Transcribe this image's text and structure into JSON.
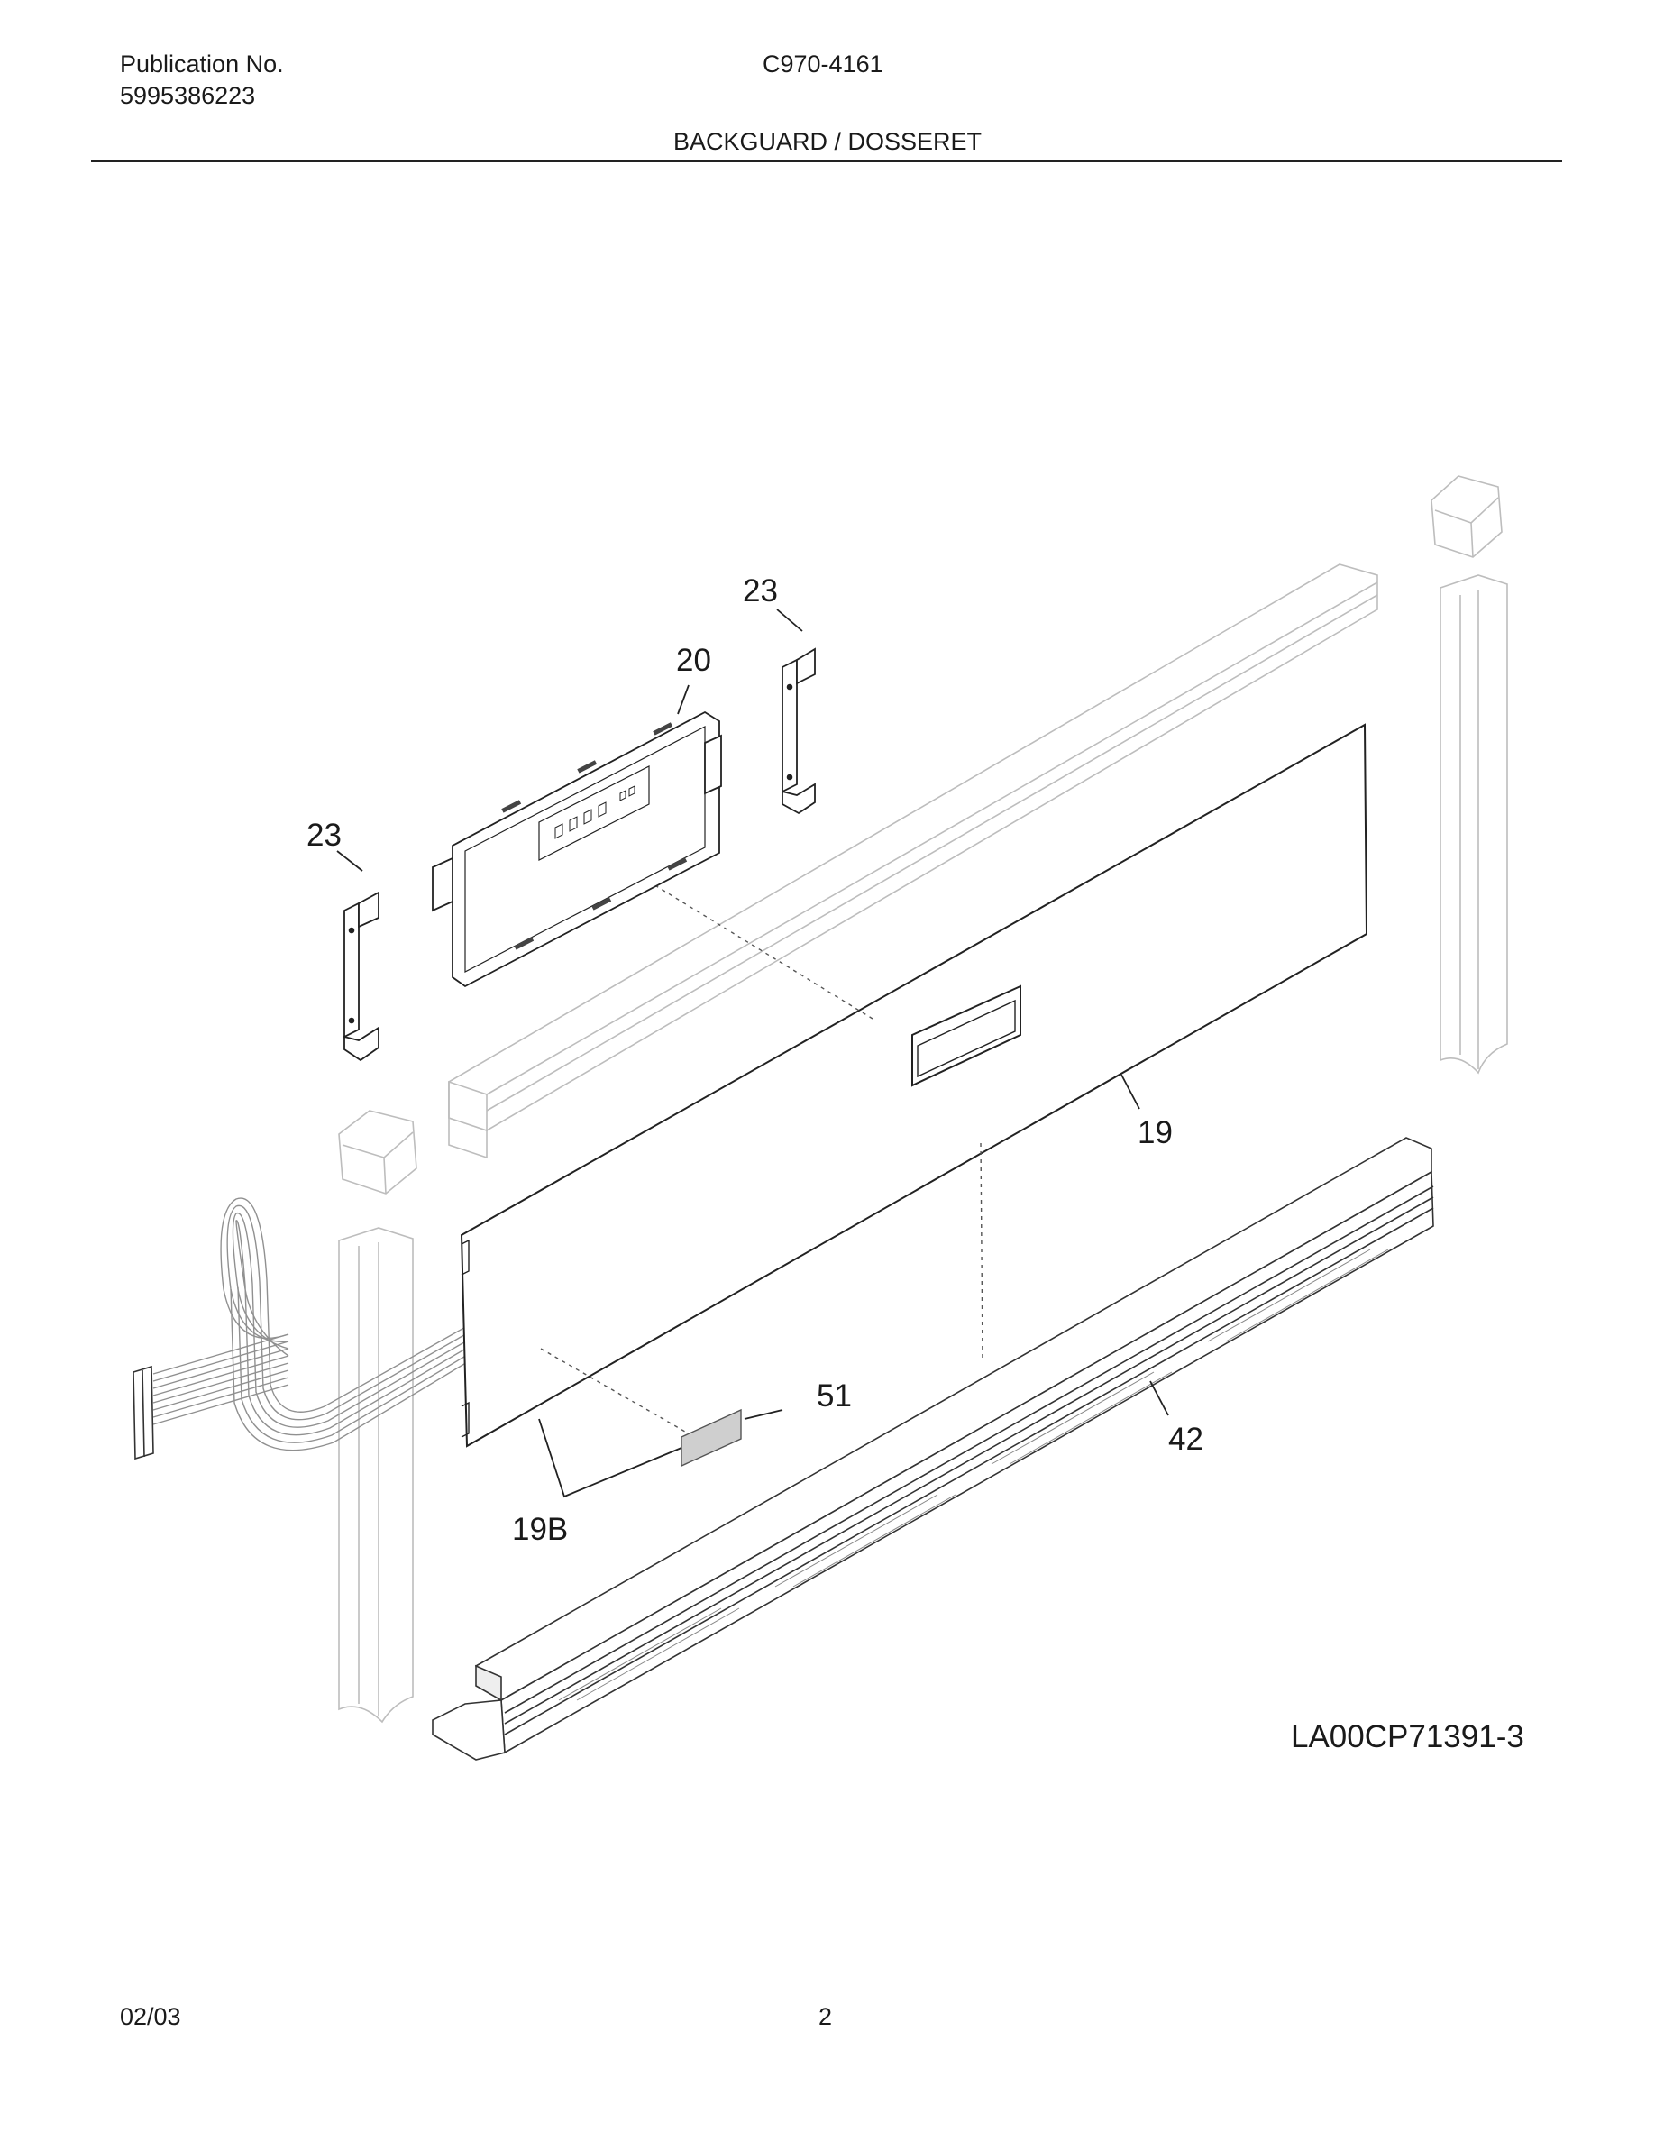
{
  "header": {
    "publication_label": "Publication No.",
    "publication_number": "5995386223",
    "model": "C970-4161",
    "section_title": "BACKGUARD / DOSSERET"
  },
  "diagram": {
    "callouts": {
      "c23a": "23",
      "c20": "20",
      "c23b": "23",
      "c19": "19",
      "c51": "51",
      "c42": "42",
      "c19b": "19B"
    },
    "figure_code": "LA00CP71391-3"
  },
  "footer": {
    "date": "02/03",
    "page": "2"
  }
}
